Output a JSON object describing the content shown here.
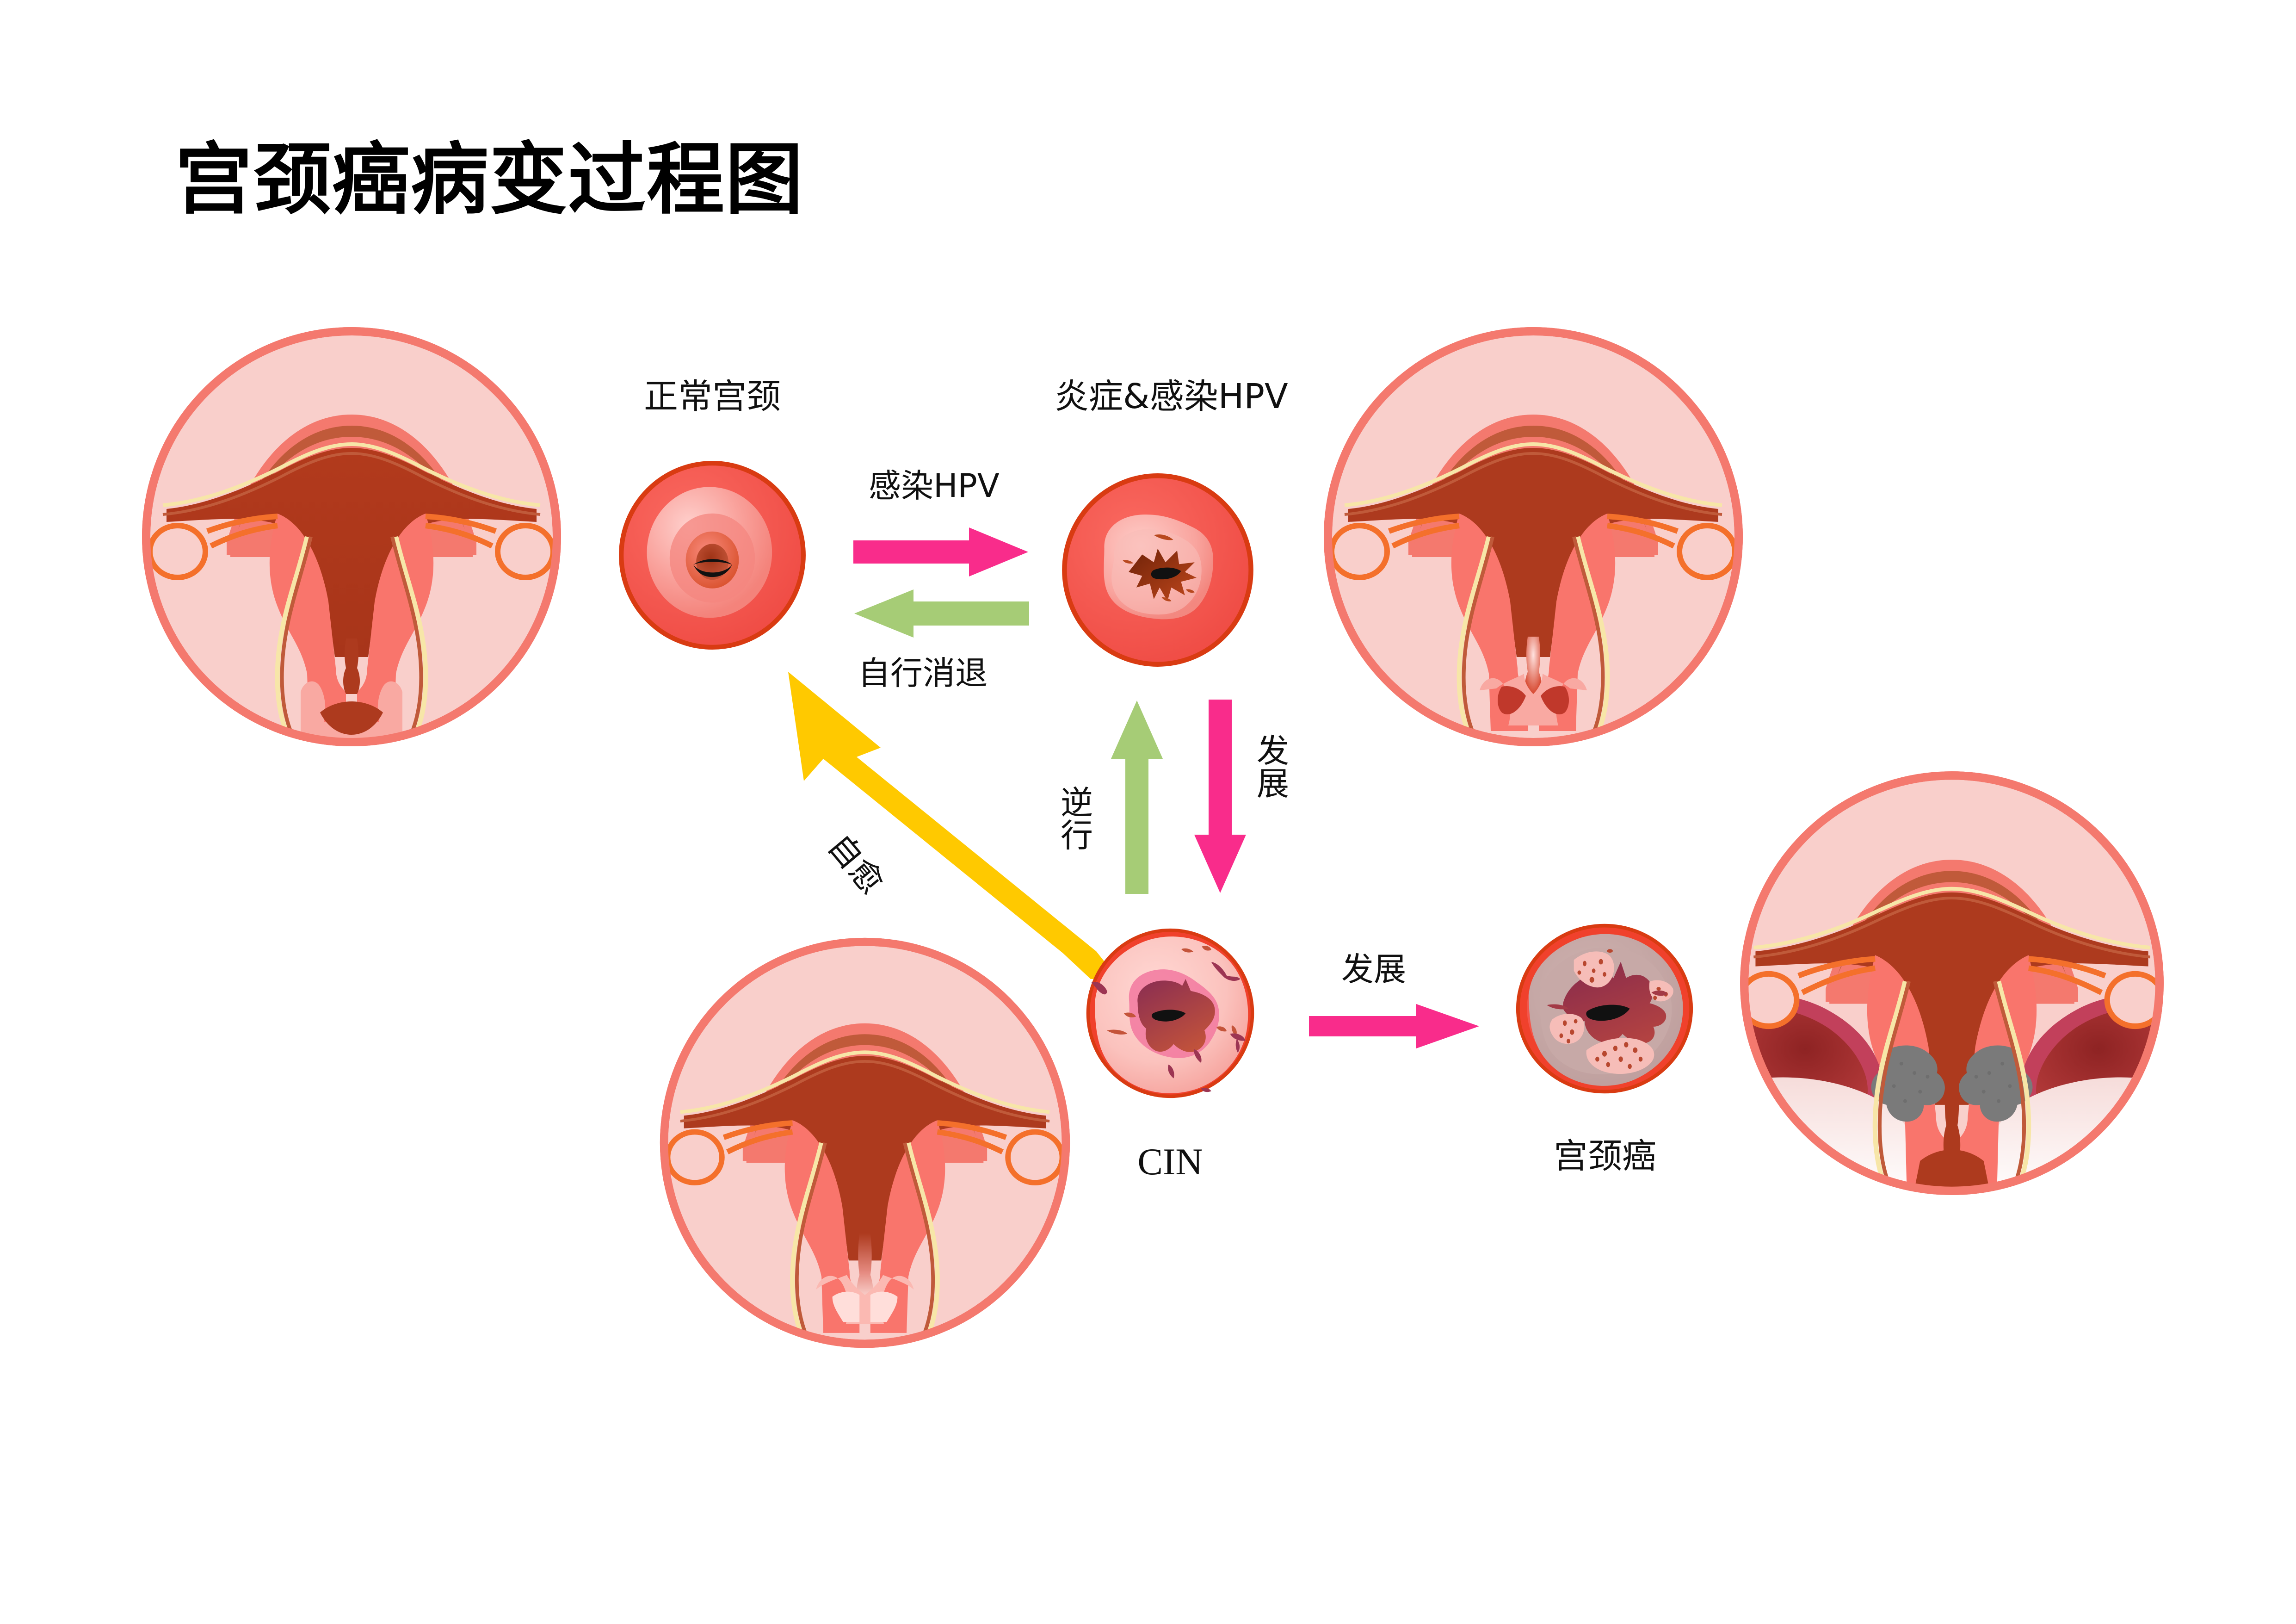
{
  "title": "宫颈癌病变过程图",
  "captions": {
    "normal_cervix": "正常宫颈",
    "inflammation_hpv": "炎症&感染HPV",
    "cin": "CIN",
    "cervical_cancer": "宫颈癌"
  },
  "arrows": {
    "infect_hpv": "感染HPV",
    "spontaneous_regression": "自行消退",
    "self_healing": "自愈",
    "regression_up": "逆行",
    "progress_down": "发展",
    "progress_right": "发展"
  },
  "colors": {
    "pink_arrow": "#F92C8B",
    "green_arrow": "#A6CC76",
    "yellow_arrow": "#FFC900",
    "organ_outline": "#F4796E",
    "organ_pale": "#F9CFCB",
    "organ_mid": "#F9756C",
    "endometrium": "#AD3A1E",
    "myometrium": "#C05A3A",
    "cervix_rim": "#D93B12",
    "cervix_red": "#F4493F",
    "cervix_pale": "#F6C2C0",
    "lesion_dark": "#8E2F45",
    "tumor_gray": "#7A7A7A",
    "tube_orange": "#F4702B",
    "ligament_cream": "#F7E6A8",
    "text": "#101010"
  },
  "diagram": {
    "type": "medical-flow",
    "nodes": [
      {
        "id": "uterus-normal",
        "label": "",
        "kind": "uterus-section",
        "state": "normal"
      },
      {
        "id": "cervix-normal",
        "label": "正常宫颈",
        "kind": "cervix-view",
        "state": "normal"
      },
      {
        "id": "cervix-inflamed",
        "label": "炎症&感染HPV",
        "kind": "cervix-view",
        "state": "inflamed"
      },
      {
        "id": "uterus-inflamed",
        "label": "",
        "kind": "uterus-section",
        "state": "inflamed"
      },
      {
        "id": "uterus-cin",
        "label": "",
        "kind": "uterus-section",
        "state": "cin"
      },
      {
        "id": "cervix-cin",
        "label": "CIN",
        "kind": "cervix-view",
        "state": "cin"
      },
      {
        "id": "cervix-cancer",
        "label": "宫颈癌",
        "kind": "cervix-view",
        "state": "cancer"
      },
      {
        "id": "uterus-cancer",
        "label": "",
        "kind": "uterus-section",
        "state": "cancer"
      }
    ],
    "edges": [
      {
        "from": "cervix-normal",
        "to": "cervix-inflamed",
        "label": "感染HPV",
        "color": "#F92C8B",
        "dir": "right"
      },
      {
        "from": "cervix-inflamed",
        "to": "cervix-normal",
        "label": "自行消退",
        "color": "#A6CC76",
        "dir": "left"
      },
      {
        "from": "cervix-inflamed",
        "to": "cervix-cin",
        "label": "发展",
        "color": "#F92C8B",
        "dir": "down"
      },
      {
        "from": "cervix-cin",
        "to": "cervix-inflamed",
        "label": "逆行",
        "color": "#A6CC76",
        "dir": "up"
      },
      {
        "from": "cervix-cin",
        "to": "cervix-normal",
        "label": "自愈",
        "color": "#FFC900",
        "dir": "up-left"
      },
      {
        "from": "cervix-cin",
        "to": "cervix-cancer",
        "label": "发展",
        "color": "#F92C8B",
        "dir": "right"
      }
    ]
  }
}
